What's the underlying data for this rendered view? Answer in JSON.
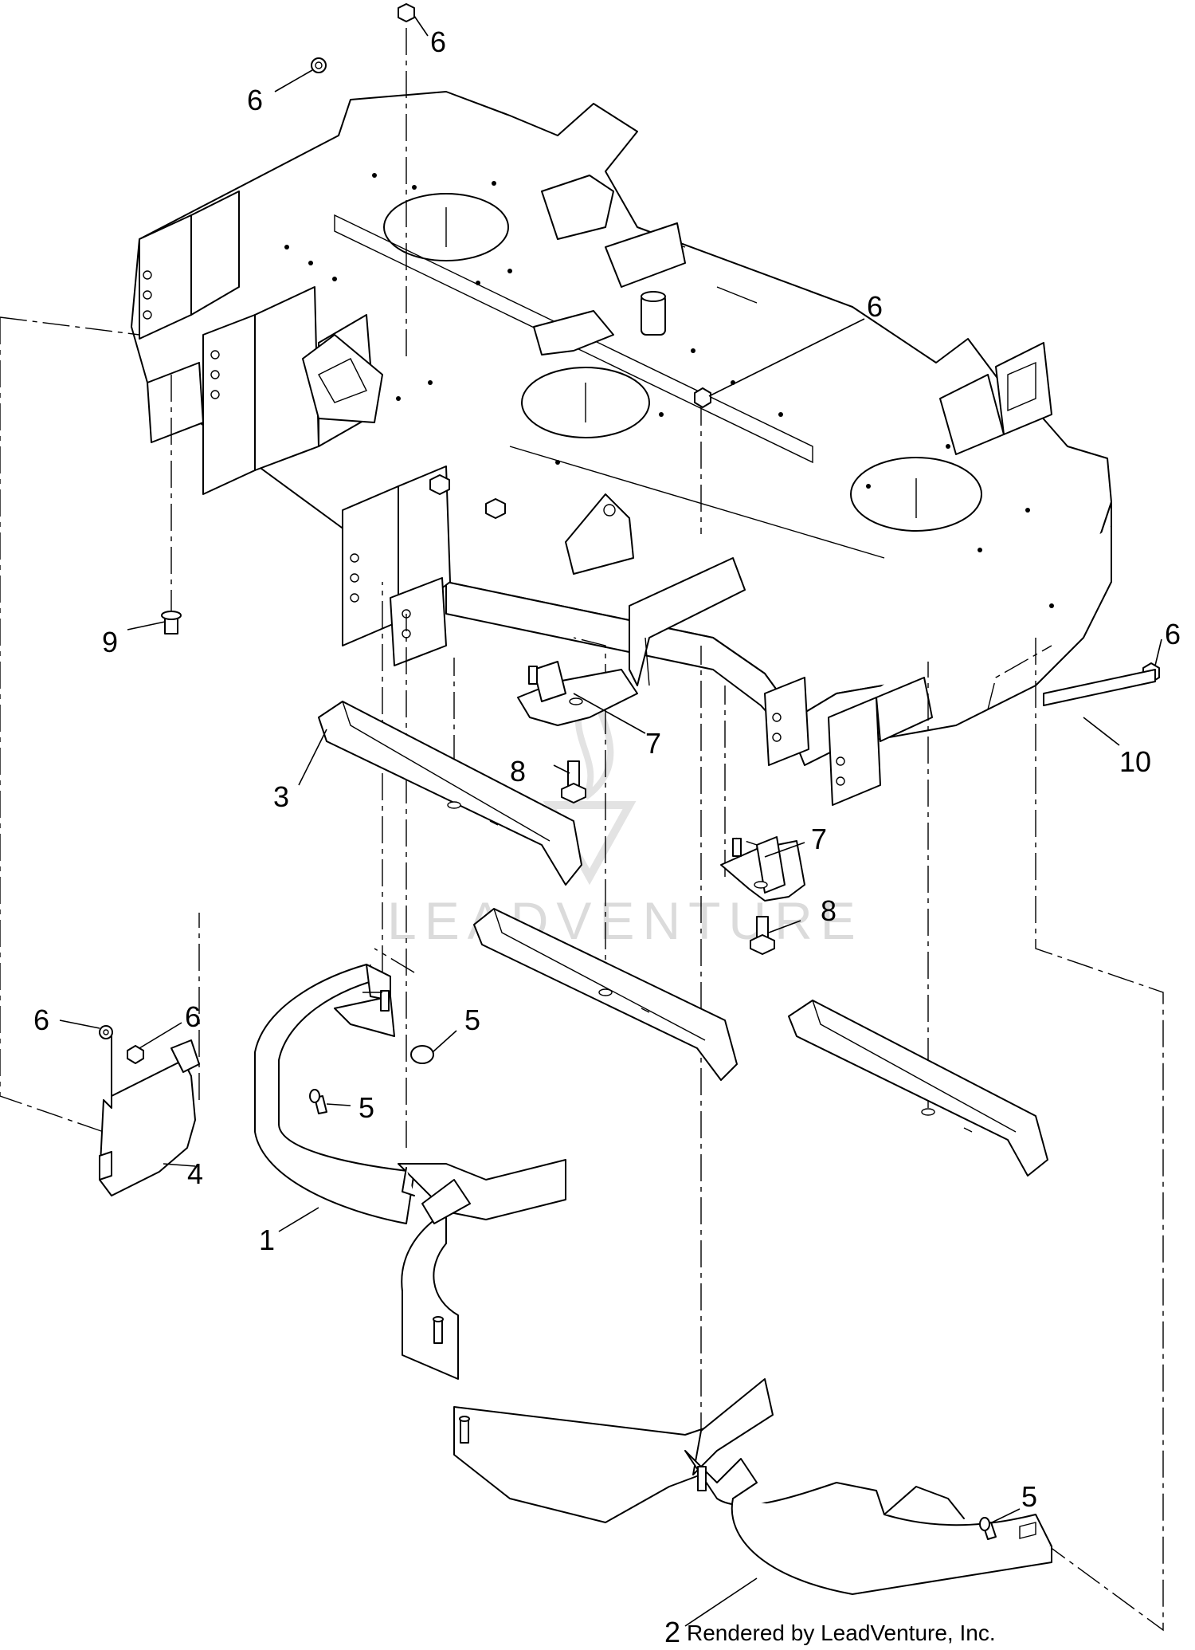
{
  "diagram": {
    "callouts": [
      {
        "id": "c6-top",
        "label": "6"
      },
      {
        "id": "c6-left",
        "label": "6"
      },
      {
        "id": "c6-mid",
        "label": "6"
      },
      {
        "id": "c6-right",
        "label": "6"
      },
      {
        "id": "c9",
        "label": "9"
      },
      {
        "id": "c7-upper",
        "label": "7"
      },
      {
        "id": "c8-upper",
        "label": "8"
      },
      {
        "id": "c10",
        "label": "10"
      },
      {
        "id": "c3",
        "label": "3"
      },
      {
        "id": "c7-lower",
        "label": "7"
      },
      {
        "id": "c8-lower",
        "label": "8"
      },
      {
        "id": "c6-baffle-a",
        "label": "6"
      },
      {
        "id": "c6-baffle-b",
        "label": "6"
      },
      {
        "id": "c5-upper",
        "label": "5"
      },
      {
        "id": "c5-mid",
        "label": "5"
      },
      {
        "id": "c4",
        "label": "4"
      },
      {
        "id": "c1",
        "label": "1"
      },
      {
        "id": "c5-lower",
        "label": "5"
      },
      {
        "id": "c2",
        "label": "2"
      }
    ],
    "watermark": "LEADVENTURE",
    "credit": "Rendered by LeadVenture, Inc."
  }
}
